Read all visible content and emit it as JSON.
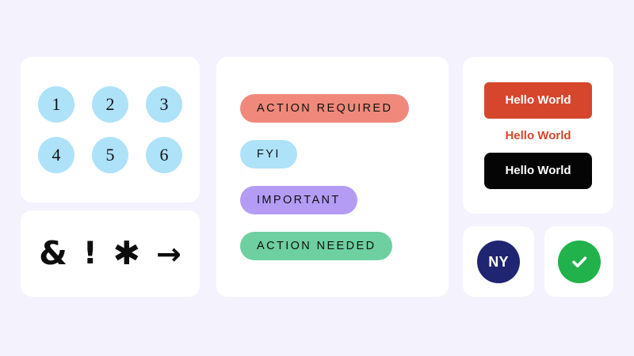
{
  "background_color": "#f4f2fc",
  "card_color": "#ffffff",
  "numbers_card": {
    "circle_color": "#aee2f9",
    "rows": [
      [
        {
          "label": "1"
        },
        {
          "label": "2"
        },
        {
          "label": "3"
        }
      ],
      [
        {
          "label": "4"
        },
        {
          "label": "5"
        },
        {
          "label": "6"
        }
      ]
    ]
  },
  "symbols_card": {
    "symbols": [
      {
        "name": "ampersand-symbol",
        "glyph": "&"
      },
      {
        "name": "exclamation-symbol",
        "glyph": "!"
      },
      {
        "name": "asterisk-symbol",
        "glyph": "✱"
      },
      {
        "name": "arrow-right-symbol",
        "glyph": "→"
      }
    ]
  },
  "pills_card": {
    "pills": [
      {
        "label": "ACTION REQUIRED",
        "color": "#f0897b",
        "text_color": "#101010"
      },
      {
        "label": "FYI",
        "color": "#aee2f9",
        "text_color": "#101010"
      },
      {
        "label": "IMPORTANT",
        "color": "#b49cf5",
        "text_color": "#101010"
      },
      {
        "label": "ACTION NEEDED",
        "color": "#6ecfa0",
        "text_color": "#101010"
      }
    ]
  },
  "hello_card": {
    "primary_button_label": "Hello World",
    "primary_button_color": "#d6462c",
    "text_label": "Hello World",
    "text_color": "#d6462c",
    "dark_button_label": "Hello World",
    "dark_button_color": "#050505"
  },
  "badges": {
    "ny": {
      "label": "NY",
      "circle_color": "#1f2570",
      "text_color": "#ffffff"
    },
    "check": {
      "icon": "check-icon",
      "circle_color": "#21b24c",
      "icon_color": "#ffffff"
    }
  }
}
